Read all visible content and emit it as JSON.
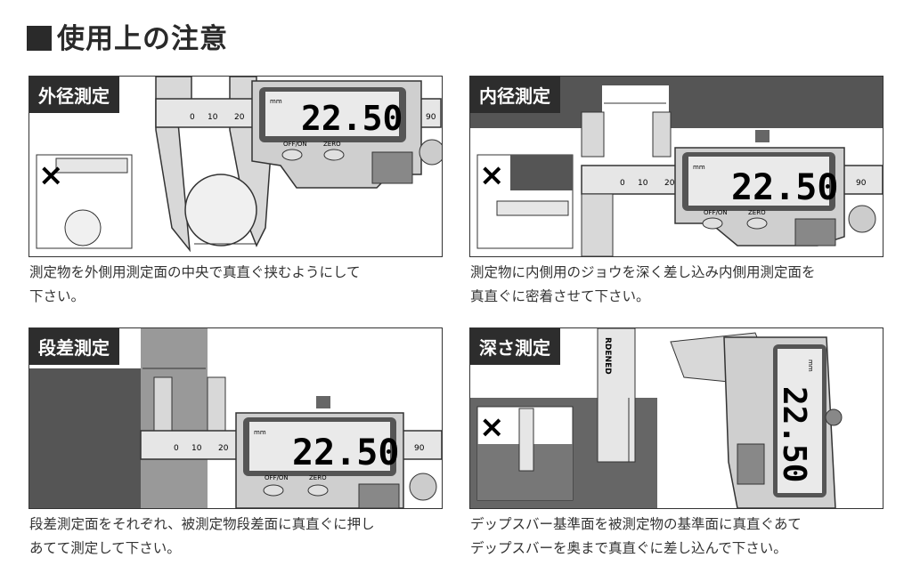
{
  "page_title": "使用上の注意",
  "panels": [
    {
      "label": "外径測定",
      "caption_line1": "測定物を外側用測定面の中央で真直ぐ挟むようにして",
      "caption_line2": "下さい。"
    },
    {
      "label": "内径測定",
      "caption_line1": "測定物に内側用のジョウを深く差し込み内側用測定面を",
      "caption_line2": "真直ぐに密着させて下さい。"
    },
    {
      "label": "段差測定",
      "caption_line1": "段差測定面をそれぞれ、被測定物段差面に真直ぐに押し",
      "caption_line2": "あてて測定して下さい。"
    },
    {
      "label": "深さ測定",
      "caption_line1": "デップスバー基準面を被測定物の基準面に真直ぐあて",
      "caption_line2": "デップスバーを奥まで真直ぐに差し込んで下さい。"
    }
  ],
  "caliper": {
    "display_value": "22.50",
    "unit": "mm",
    "button_off": "OFF/ON",
    "button_zero": "ZERO",
    "scale_ticks": [
      "0",
      "10",
      "20",
      "90"
    ],
    "depth_bar_text": "RDENED"
  },
  "marks": {
    "wrong": "×"
  }
}
